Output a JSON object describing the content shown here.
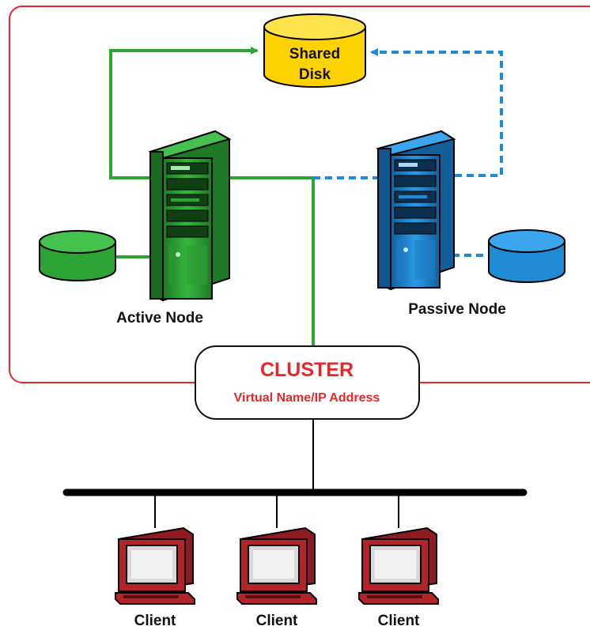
{
  "labels": {
    "shared_disk_line1": "Shared",
    "shared_disk_line2": "Disk",
    "active_node": "Active Node",
    "passive_node": "Passive Node",
    "cluster_title": "CLUSTER",
    "cluster_subtitle": "Virtual Name/IP Address",
    "clients": [
      "Client",
      "Client",
      "Client"
    ]
  },
  "colors": {
    "cluster_border": "#e8262b",
    "active": "#2ea336",
    "passive": "#1f8bd6",
    "shared_disk": "#ffd200",
    "network": "#000000",
    "client": "#b3232a",
    "cluster_text": "#e8262b"
  },
  "icons": {
    "active_server": "server-tower-icon",
    "passive_server": "server-tower-icon",
    "shared_disk": "database-cylinder-icon",
    "local_disk": "database-cylinder-icon",
    "client": "desktop-computer-icon"
  }
}
